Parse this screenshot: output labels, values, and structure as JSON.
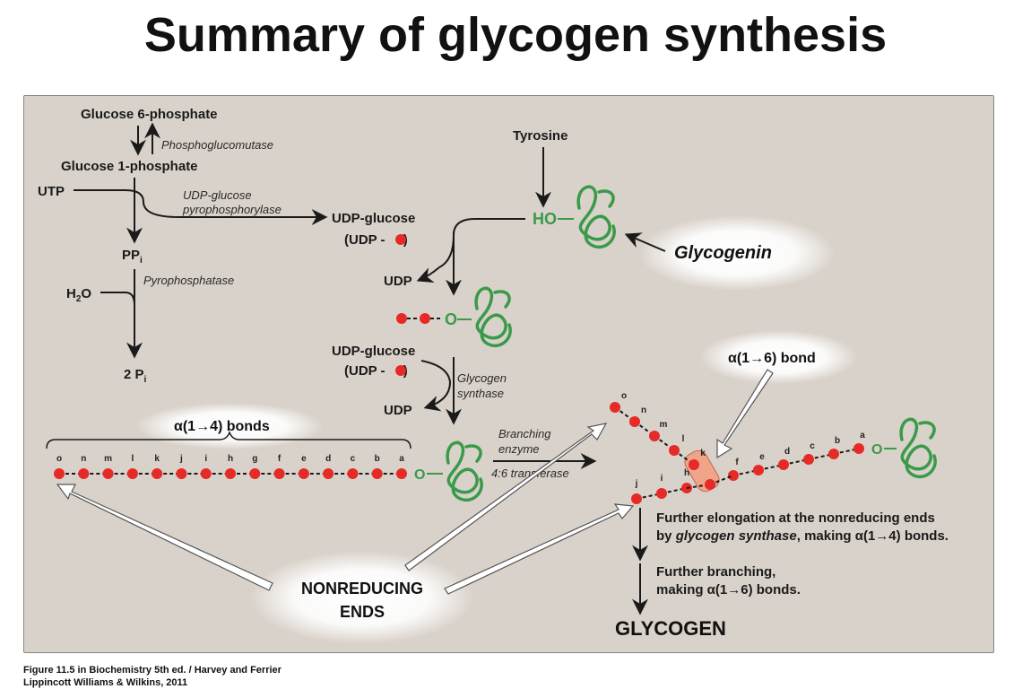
{
  "title": "Summary of glycogen synthesis",
  "labels": {
    "glucose6p": "Glucose 6-phosphate",
    "phosphoglucomutase": "Phosphoglucomutase",
    "glucose1p": "Glucose 1-phosphate",
    "utp": "UTP",
    "udp_glucose_ppase_1": "UDP-glucose",
    "udp_glucose_ppase_2": "pyrophosphorylase",
    "ppi": "PP",
    "ppi_sub": "i",
    "pyrophosphatase": "Pyrophosphatase",
    "h2o_h": "H",
    "h2o_sub": "2",
    "h2o_o": "O",
    "two_pi": "2 P",
    "two_pi_sub": "i",
    "udp_glucose_1": "UDP-glucose",
    "udp_glucose_1_abbr_a": "(UDP - ",
    "udp_glucose_1_abbr_b": ")",
    "udp_1": "UDP",
    "tyrosine": "Tyrosine",
    "ho": "HO",
    "glycogenin": "Glycogenin",
    "udp_glucose_2": "UDP-glucose",
    "udp_glucose_2_abbr_a": "(UDP - ",
    "udp_glucose_2_abbr_b": ")",
    "glycogen_synthase_1": "Glycogen",
    "glycogen_synthase_2": "synthase",
    "udp_2": "UDP",
    "alpha14_bonds": "α(1→4) bonds",
    "alpha16_bond": "α(1→6) bond",
    "branching_enzyme_1": "Branching",
    "branching_enzyme_2": "enzyme",
    "transferase": "4:6 transferase",
    "elongation_1": "Further elongation at the nonreducing ends",
    "elongation_2a": "by ",
    "elongation_2b": "glycogen synthase",
    "elongation_2c": ", making α(1→4) bonds.",
    "branching_1": "Further branching,",
    "branching_2": "making α(1→6) bonds.",
    "nonreducing_1": "NONREDUCING",
    "nonreducing_2": "ENDS",
    "glycogen": "GLYCOGEN",
    "o_link": "O"
  },
  "chain_residues": [
    "o",
    "n",
    "m",
    "l",
    "k",
    "j",
    "i",
    "h",
    "g",
    "f",
    "e",
    "d",
    "c",
    "b",
    "a"
  ],
  "branch_upper_residues": [
    "o",
    "n",
    "m",
    "l",
    "k"
  ],
  "branch_main_residues": [
    "f",
    "e",
    "d",
    "c",
    "b",
    "a"
  ],
  "branch_lower_residues": [
    "j",
    "i",
    "h"
  ],
  "caption_line1": "Figure 11.5 in Biochemistry 5th ed. / Harvey and Ferrier",
  "caption_line2": "Lippincott Williams & Wilkins, 2011",
  "colors": {
    "glucose": "#e62a27",
    "protein": "#3a9a4a",
    "panel": "#d9d2ca",
    "highlight": "#f0a48a"
  }
}
